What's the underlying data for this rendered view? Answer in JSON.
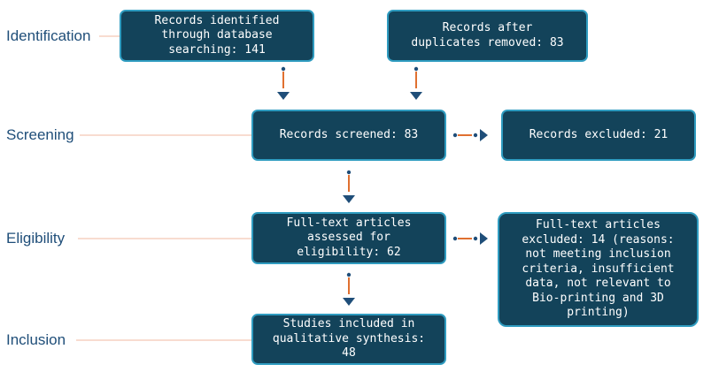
{
  "stages": {
    "identification": "Identification",
    "screening": "Screening",
    "eligibility": "Eligibility",
    "inclusion": "Inclusion"
  },
  "boxes": {
    "identified": "Records identified\nthrough database\nsearching: 141",
    "after_duplicates": "Records after\nduplicates removed: 83",
    "screened": "Records screened: 83",
    "excluded": "Records excluded: 21",
    "fulltext_assessed": "Full-text articles\nassessed for\neligibility: 62",
    "fulltext_excluded": "Full-text articles\nexcluded: 14 (reasons:\nnot meeting inclusion\ncriteria, insufficient\ndata, not relevant to\nBio-printing and 3D\nprinting)",
    "included": "Studies included in\nqualitative synthesis:\n48"
  },
  "colors": {
    "box_fill": "#13435a",
    "box_border": "#2f9cc0",
    "label_text": "#1f4e79",
    "arrow_dot": "#1f4e79",
    "arrow_line": "#e07030",
    "guide_line": "#f0b8a0"
  }
}
